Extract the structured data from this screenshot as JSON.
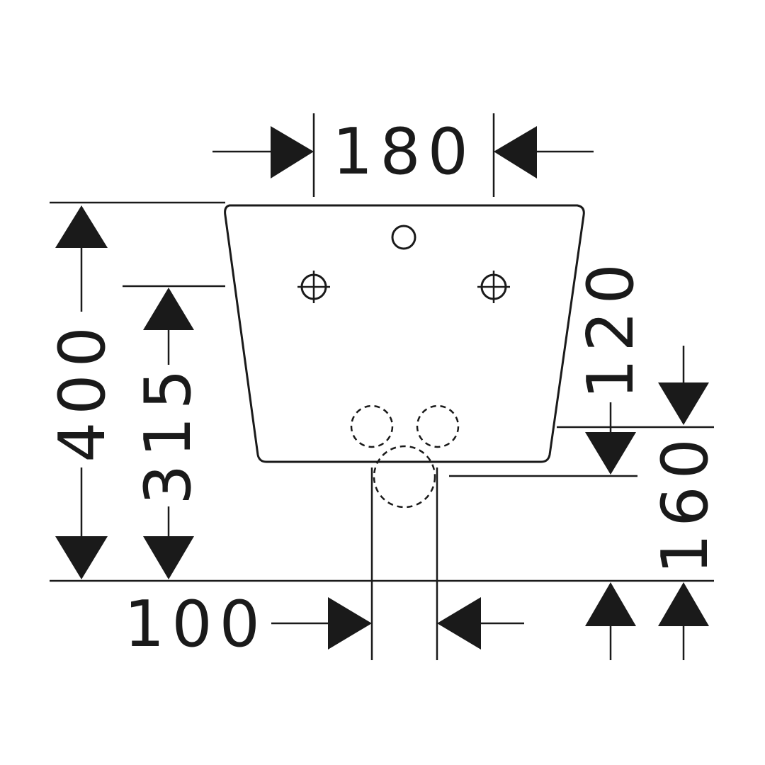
{
  "diagram": {
    "dimensions": {
      "top_width": "180",
      "total_height": "400",
      "hole_height": "315",
      "right_upper": "120",
      "right_lower": "160",
      "bottom_width": "100"
    },
    "colors": {
      "ink": "#1a1a1a",
      "background": "#ffffff"
    }
  }
}
